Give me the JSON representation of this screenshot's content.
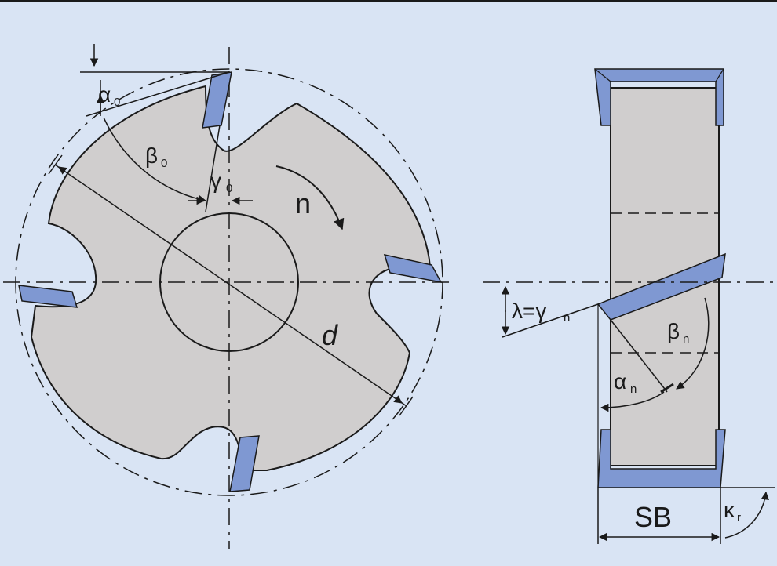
{
  "labels": {
    "alpha0": "α",
    "alpha0_sub": "0",
    "beta0": "β",
    "beta0_sub": "0",
    "gamma0": "γ",
    "gamma0_sub": "0",
    "n": "n",
    "d": "d",
    "lambda_gamma": "λ=γ",
    "lambda_gamma_sub": "n",
    "betan": "β",
    "betan_sub": "n",
    "alphan": "α",
    "alphan_sub": "n",
    "sb": "SB",
    "kappa": "κ",
    "kappa_sub": "r"
  },
  "colors": {
    "background": "#d9e4f4",
    "body": "#d0cece",
    "insert": "#7f98d2",
    "line": "#1a1a1a"
  }
}
